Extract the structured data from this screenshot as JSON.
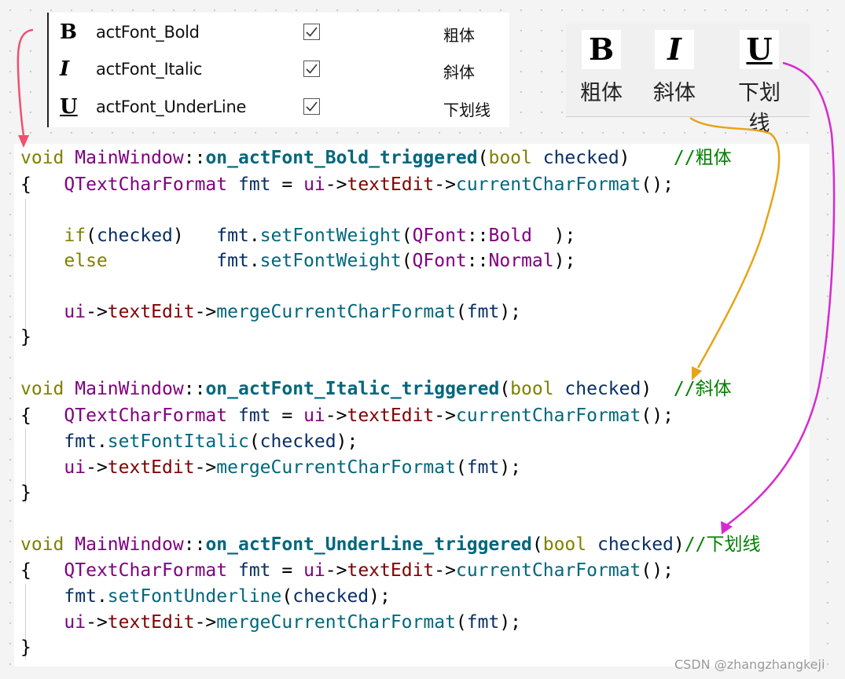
{
  "actions": [
    {
      "icon": "B",
      "name": "actFont_Bold",
      "text": "粗体",
      "checked": true,
      "icon_name": "bold-icon"
    },
    {
      "icon": "I",
      "name": "actFont_Italic",
      "text": "斜体",
      "checked": true,
      "icon_name": "italic-icon"
    },
    {
      "icon": "U",
      "name": "actFont_UnderLine",
      "text": "下划线",
      "checked": true,
      "icon_name": "underline-icon"
    }
  ],
  "toolbar": [
    {
      "icon": "B",
      "label": "粗体",
      "icon_name": "bold-icon"
    },
    {
      "icon": "I",
      "label": "斜体",
      "icon_name": "italic-icon"
    },
    {
      "icon": "U",
      "label": "下划线",
      "icon_name": "underline-icon"
    }
  ],
  "code": {
    "bold": {
      "signature": {
        "void": "void",
        "cls": "MainWindow",
        "scope": "::",
        "fn": "on_actFont_Bold_triggered",
        "open": "(",
        "type": "bool",
        "param": "checked",
        "close": ")",
        "comment": "//粗体"
      },
      "l1": {
        "brace": "{",
        "type": "QTextCharFormat",
        "var": "fmt",
        "eq": " = ",
        "ui": "ui",
        "arrow1": "->",
        "mem": "textEdit",
        "arrow2": "->",
        "call": "currentCharFormat",
        "end": "();"
      },
      "l3": {
        "kw": "if",
        "open": "(",
        "param": "checked",
        "close": ")",
        "var": "fmt",
        "dot": ".",
        "call": "setFontWeight",
        "p1": "(",
        "cls": "QFont",
        "scope": "::",
        "val": "Bold",
        "end": "  );"
      },
      "l4": {
        "kw": "else",
        "var": "fmt",
        "dot": ".",
        "call": "setFontWeight",
        "p1": "(",
        "cls": "QFont",
        "scope": "::",
        "val": "Normal",
        "end": ");"
      },
      "l6": {
        "ui": "ui",
        "arrow1": "->",
        "mem": "textEdit",
        "arrow2": "->",
        "call": "mergeCurrentCharFormat",
        "p1": "(",
        "var": "fmt",
        "end": ");"
      },
      "l7": {
        "brace": "}"
      }
    },
    "italic": {
      "signature": {
        "void": "void",
        "cls": "MainWindow",
        "scope": "::",
        "fn": "on_actFont_Italic_triggered",
        "open": "(",
        "type": "bool",
        "param": "checked",
        "close": ")",
        "comment": "//斜体"
      },
      "l1": {
        "brace": "{",
        "type": "QTextCharFormat",
        "var": "fmt",
        "eq": " = ",
        "ui": "ui",
        "arrow1": "->",
        "mem": "textEdit",
        "arrow2": "->",
        "call": "currentCharFormat",
        "end": "();"
      },
      "l2": {
        "var": "fmt",
        "dot": ".",
        "call": "setFontItalic",
        "p1": "(",
        "param": "checked",
        "end": ");"
      },
      "l3": {
        "ui": "ui",
        "arrow1": "->",
        "mem": "textEdit",
        "arrow2": "->",
        "call": "mergeCurrentCharFormat",
        "p1": "(",
        "var": "fmt",
        "end": ");"
      },
      "l4": {
        "brace": "}"
      }
    },
    "underline": {
      "signature": {
        "void": "void",
        "cls": "MainWindow",
        "scope": "::",
        "fn": "on_actFont_UnderLine_triggered",
        "open": "(",
        "type": "bool",
        "param": "checked",
        "close": ")",
        "comment": "//下划线"
      },
      "l1": {
        "brace": "{",
        "type": "QTextCharFormat",
        "var": "fmt",
        "eq": " = ",
        "ui": "ui",
        "arrow1": "->",
        "mem": "textEdit",
        "arrow2": "->",
        "call": "currentCharFormat",
        "end": "();"
      },
      "l2": {
        "var": "fmt",
        "dot": ".",
        "call": "setFontUnderline",
        "p1": "(",
        "param": "checked",
        "end": ");"
      },
      "l3": {
        "ui": "ui",
        "arrow1": "->",
        "mem": "textEdit",
        "arrow2": "->",
        "call": "mergeCurrentCharFormat",
        "p1": "(",
        "var": "fmt",
        "end": ");"
      },
      "l4": {
        "brace": "}"
      }
    }
  },
  "watermark": "CSDN @zhangzhangkeji",
  "colors": {
    "arrow_red": "#f0506e",
    "arrow_orange": "#e8a317",
    "arrow_magenta": "#d62ad0"
  }
}
